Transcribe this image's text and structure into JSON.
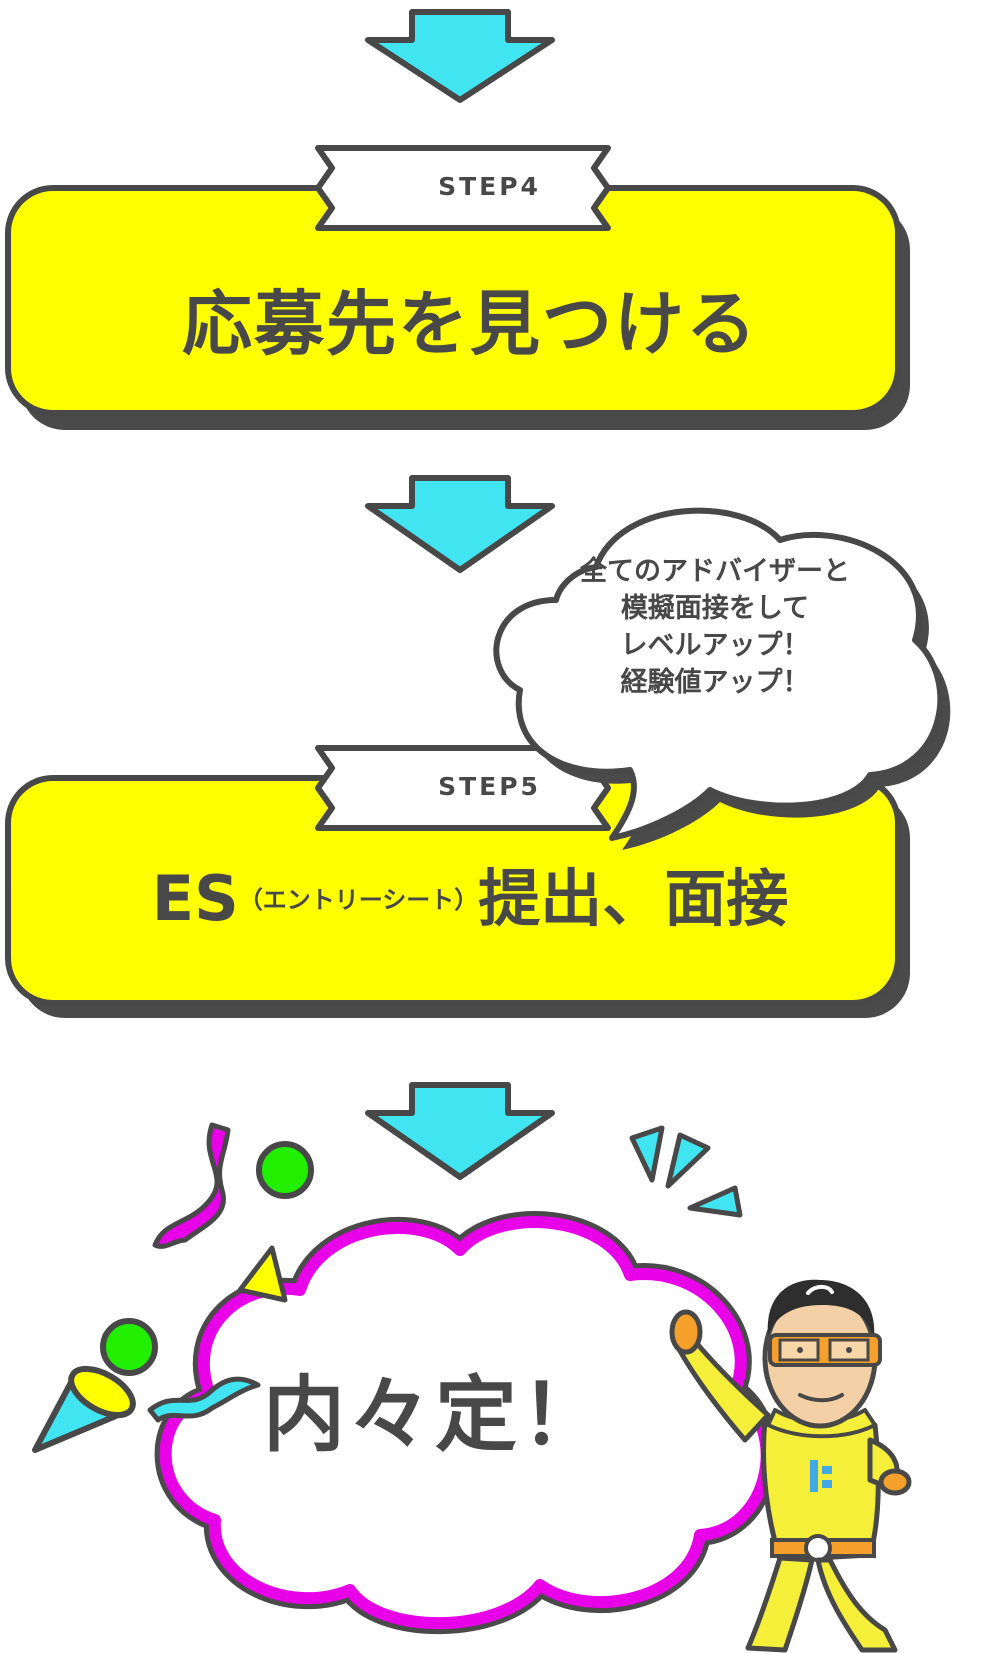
{
  "steps": [
    {
      "label": "STEP4",
      "title": "応募先を見つける"
    },
    {
      "label": "STEP5",
      "title_main": "ES",
      "title_sub": "（エントリーシート）",
      "title_rest": "提出、面接"
    }
  ],
  "bubble": {
    "lines": [
      "全てのアドバイザーと",
      "模擬面接をして",
      "レベルアップ！",
      "経験値アップ！"
    ]
  },
  "goal": {
    "text": "内々定！"
  },
  "colors": {
    "arrow": "#41e5f2",
    "box": "#ffff00",
    "outline": "#484848",
    "shadow": "#4a4a4a",
    "cloud_outline": "#e800e8",
    "dot": "#22ee00",
    "confetti": "#41e5f2",
    "character": "#f5ef3a"
  },
  "icons": [
    "down-arrow-icon",
    "step-tag-icon",
    "speech-bubble-icon",
    "party-popper-icon",
    "confetti-icon",
    "mascot-character-icon"
  ]
}
